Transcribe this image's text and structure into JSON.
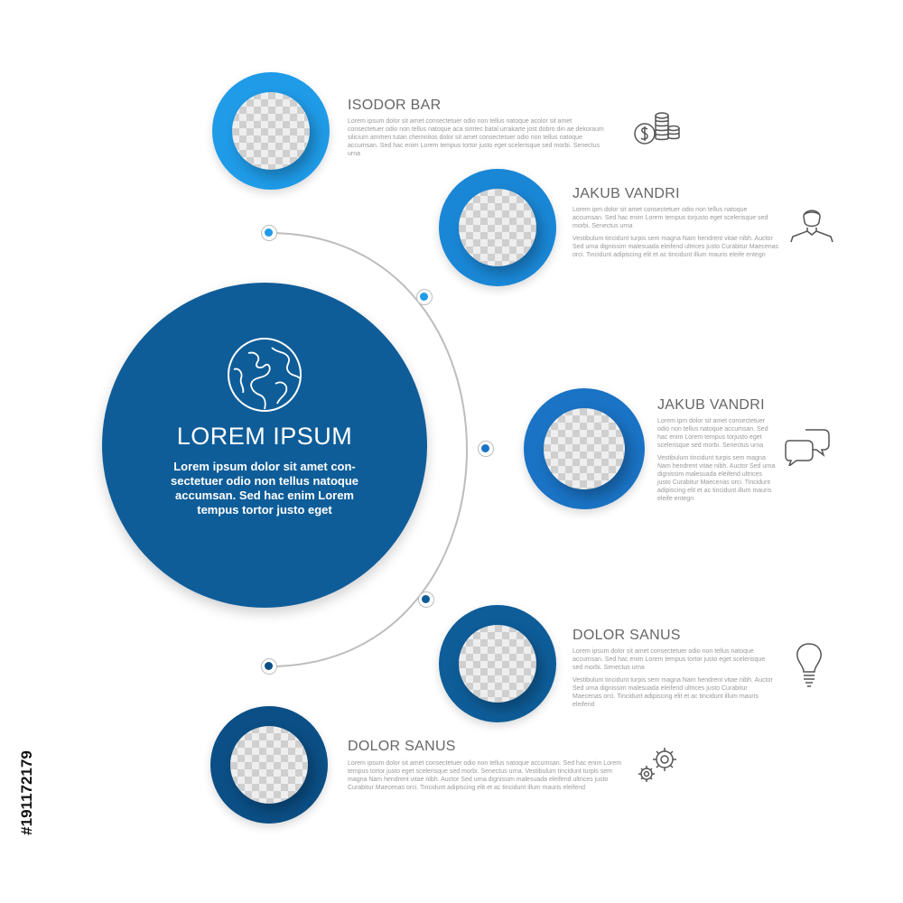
{
  "colors": {
    "dark_blue": "#0e5d99",
    "mid_blue": "#1a73c4",
    "light_blue": "#1f9be8",
    "line_gray": "#bdbdbd",
    "text_gray": "#9a9a9a"
  },
  "center": {
    "icon": "globe-icon",
    "title": "LOREM IPSUM",
    "body": "Lorem ipsum dolor sit amet con-sectetuer odio non tellus natoque accumsan. Sed hac enim Lorem tempus tortor justo eget"
  },
  "items": [
    {
      "title": "ISODOR BAR",
      "icon": "coins-dollar-icon",
      "text1": "Lorem ipsum dolor sit amet consectetuer odio non tellus natoque acolor sit amet consectetuer odio non tellus natoque aca simtec batal urrakarte jost dobro din ae dekoraum silicium ammen tutan chemnitos dolor sit amet consectetuer odio non tellus natoque accumsan. Sed hac enim Lorem tempus tortor justo eget scelerisque sed morbi. Senectus urna",
      "text2": ""
    },
    {
      "title": "JAKUB VANDRI",
      "icon": "user-icon",
      "text1": "Lorem ipm dolor sit amet consectetuer odio non tellus natoque accumsan. Sed hac enim Lorem tempus torjusto eget scelerisque sed morbi. Senectus urna",
      "text2": "Vestibulum tincidunt turpis sem magna Nam hendrent vitae nibh. Auctor Sed urna dignissim malesuada eleifend ultrices justo Curabitur Maecenas orci. Tincidunt adipiscing elit et ac tincidunt illum mauris eleife entegn"
    },
    {
      "title": "JAKUB VANDRI",
      "icon": "chat-bubbles-icon",
      "text1": "Lorem ipm dolor sit amet consectetuer odio non tellus natoque accumsan. Sed hac enim Lorem tempus torjusto eget scelerisque sed morbi. Senectus urna",
      "text2": "Vestibulum tincidunt turpis sem magna Nam hendrent vitae nibh. Auctor Sed urna dignissim malesuada eleifend ultrices justo Curabitur Maecenas orci. Tincidunt adipiscing elit et ac tincidunt illum mauris eleife entegn"
    },
    {
      "title": "DOLOR SANUS",
      "icon": "light-bulb-icon",
      "text1": "Lorem ipsum dolor sit amet consectetuer odio non tellus natoque accumsan. Sed hac enim Lorem tempus tortor justo eget scelerisque sed morbi. Senectus urna",
      "text2": "Vestibulum tincidunt turpis sem magna Nam hendrent vitae nibh. Auctor Sed urna dignissim malesuada eleifend ultrices justo Curabitur Maecenas orci. Tincidunt adipiscing elit et ac tincidunt illum mauris eleifend"
    },
    {
      "title": "DOLOR SANUS",
      "icon": "gears-icon",
      "text1": "Lorem ipsum dolor sit amet consectetuer odio non tellus natoque accumsan. Sed hac enim Lorem tempus tortor justo eget scelerisque sed morbi. Senectus urna. Vestibulum tincidunt turpis sem magna Nam hendrent vitae nibh. Auctor Sed urna dignissim malesuada eleifend ultrices justo Curabitur Maecenas orci. Tincidunt adipiscing elit et ac tincidunt illum mauris eleifend",
      "text2": ""
    }
  ],
  "stock_id": "#191172179"
}
